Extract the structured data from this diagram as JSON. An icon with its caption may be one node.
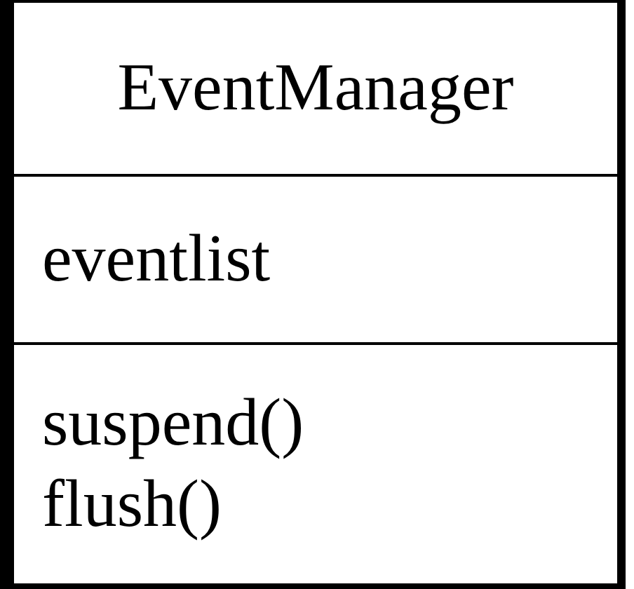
{
  "diagram": {
    "nodes": [
      {
        "text": [
          "EventManager"
        ]
      },
      {
        "text": [
          "eventlist"
        ]
      },
      {
        "text": [
          "suspend()",
          "flush()"
        ]
      }
    ]
  }
}
